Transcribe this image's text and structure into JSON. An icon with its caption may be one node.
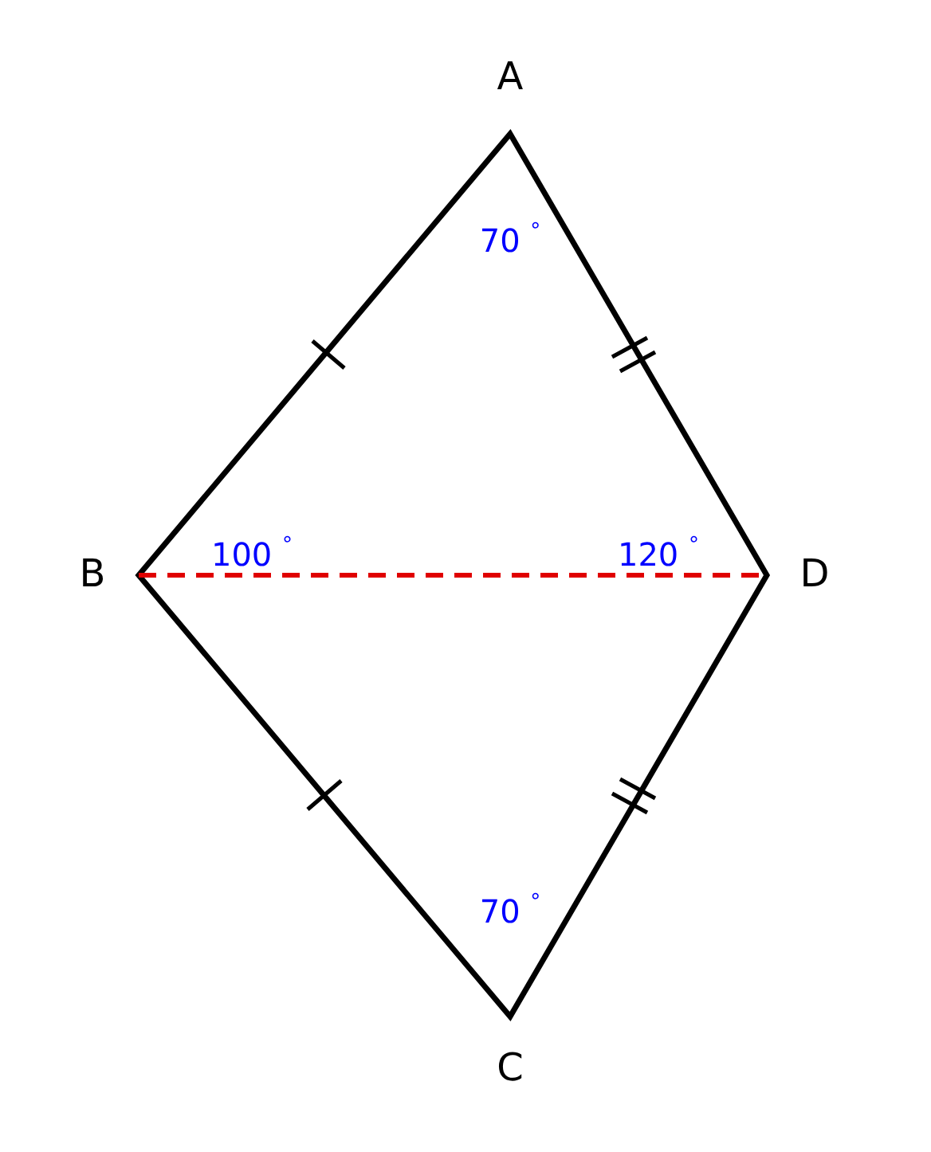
{
  "diagram": {
    "labels": [
      "A",
      "70 $^{°}$",
      "B",
      "100 $^{°}$",
      "120 $^{°}$",
      "D",
      "70 $^{°}$",
      "C"
    ]
  }
}
